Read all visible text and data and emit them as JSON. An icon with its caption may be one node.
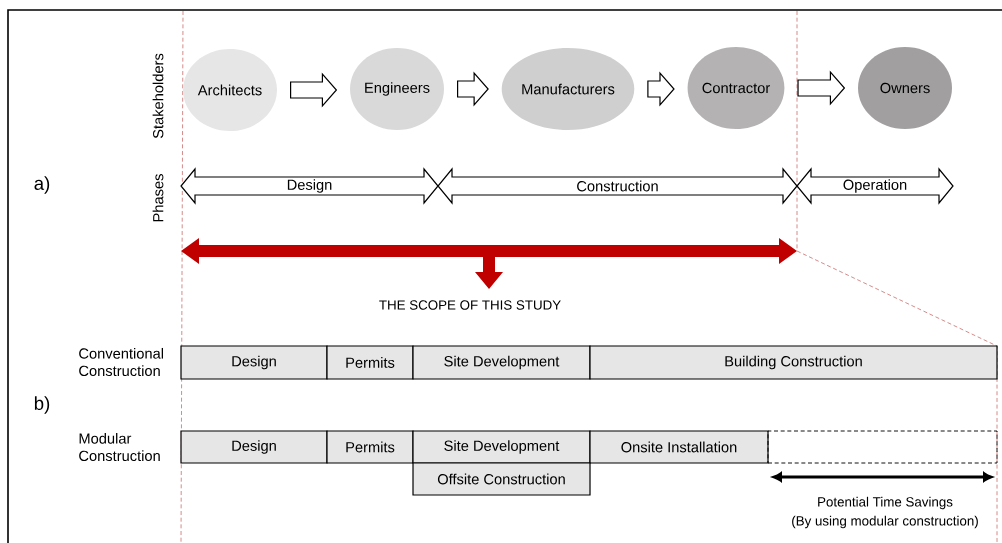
{
  "diagram": {
    "nodes": [
      {
        "text": [
          "Architects"
        ]
      },
      {
        "text": [
          "Engineers"
        ]
      },
      {
        "text": [
          "Manufacturers"
        ]
      },
      {
        "text": [
          "Contractor"
        ]
      },
      {
        "text": [
          "Owners"
        ]
      },
      {
        "text": [
          "Design"
        ]
      },
      {
        "text": [
          "Construction"
        ]
      },
      {
        "text": [
          "Operation"
        ]
      },
      {
        "text": [
          "Design"
        ]
      },
      {
        "text": [
          "Permits"
        ]
      },
      {
        "text": [
          "Site Development"
        ]
      },
      {
        "text": [
          "Building Construction"
        ]
      },
      {
        "text": [
          "Design"
        ]
      },
      {
        "text": [
          "Permits"
        ]
      },
      {
        "text": [
          "Site Development"
        ]
      },
      {
        "text": [
          "Onsite Installation"
        ]
      },
      {
        "text": [],
        "shape": "box"
      },
      {
        "text": [
          "Offsite Construction"
        ]
      }
    ],
    "edges": [
      {
        "from": 0,
        "to": 1,
        "arrow": "to"
      },
      {
        "from": 1,
        "to": 2,
        "arrow": "to"
      },
      {
        "from": 2,
        "to": 3,
        "arrow": "to"
      },
      {
        "from": 3,
        "to": 4,
        "arrow": "to"
      }
    ],
    "labels": [
      "Stakeholders",
      "a)",
      "Phases",
      "THE SCOPE OF THIS STUDY",
      "Conventional Construction",
      "b)",
      "Modular Construction",
      "Potential Time Savings",
      "(By using modular construction)"
    ]
  }
}
